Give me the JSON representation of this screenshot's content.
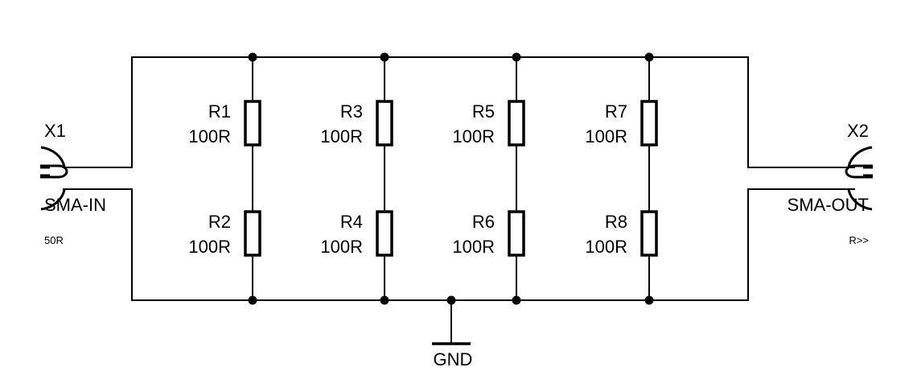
{
  "resistors": [
    {
      "ref": "R1",
      "value": "100R"
    },
    {
      "ref": "R2",
      "value": "100R"
    },
    {
      "ref": "R3",
      "value": "100R"
    },
    {
      "ref": "R4",
      "value": "100R"
    },
    {
      "ref": "R5",
      "value": "100R"
    },
    {
      "ref": "R6",
      "value": "100R"
    },
    {
      "ref": "R7",
      "value": "100R"
    },
    {
      "ref": "R8",
      "value": "100R"
    }
  ],
  "connectors": {
    "input": {
      "ref": "X1",
      "name": "SMA-IN",
      "note": "50R"
    },
    "output": {
      "ref": "X2",
      "name": "SMA-OUT",
      "note": "R>>"
    }
  },
  "ground": {
    "label": "GND"
  }
}
